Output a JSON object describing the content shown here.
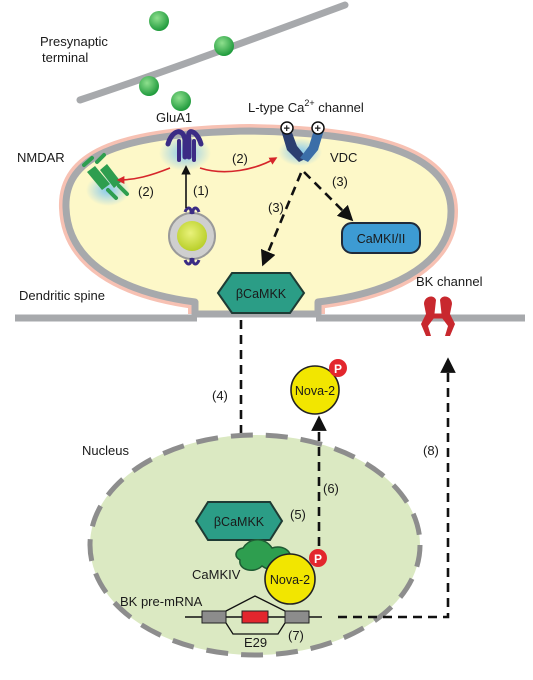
{
  "labels": {
    "presynaptic": [
      "Presynaptic",
      "terminal"
    ],
    "glua1": "GluA1",
    "nmdar": "NMDAR",
    "l_type_channel": "L-type Ca",
    "l_type_channel_sup": "2+",
    "l_type_channel_suffix": " channel",
    "vdc": "VDC",
    "camki_ii": "CaMKI/II",
    "beta_camkk_spine": "βCaMKK",
    "dendritic_spine": "Dendritic spine",
    "bk_channel": "BK channel",
    "nova2_cyto": "Nova-2",
    "nucleus": "Nucleus",
    "beta_camkk_nucleus": "βCaMKK",
    "camkiv": "CaMKIV",
    "nova2_nucleus": "Nova-2",
    "bk_pre_mrna": "BK pre-mRNA",
    "e29": "E29",
    "phospho": "P"
  },
  "steps": {
    "s1": "(1)",
    "s2_left": "(2)",
    "s2_right": "(2)",
    "s3_left": "(3)",
    "s3_right": "(3)",
    "s4": "(4)",
    "s5": "(5)",
    "s6": "(6)",
    "s7": "(7)",
    "s8": "(8)"
  },
  "colors": {
    "membrane": "#a7a9ac",
    "spine_fill": "#fdf8c8",
    "spine_glow": "#f6b4a4",
    "vesicle_green": "#2eb34a",
    "kinase_teal": "#2b9d86",
    "camki_blue": "#3d9bd3",
    "nova_yellow": "#f2e600",
    "phospho_red": "#e3262d",
    "bk_red": "#c8282e",
    "glua1_purple": "#3b2c85",
    "nmdar_green": "#2e9e4f",
    "nucleus_fill": "#dbe9c2",
    "exon_red": "#e3262d",
    "exon_grey": "#8c8c8c"
  }
}
